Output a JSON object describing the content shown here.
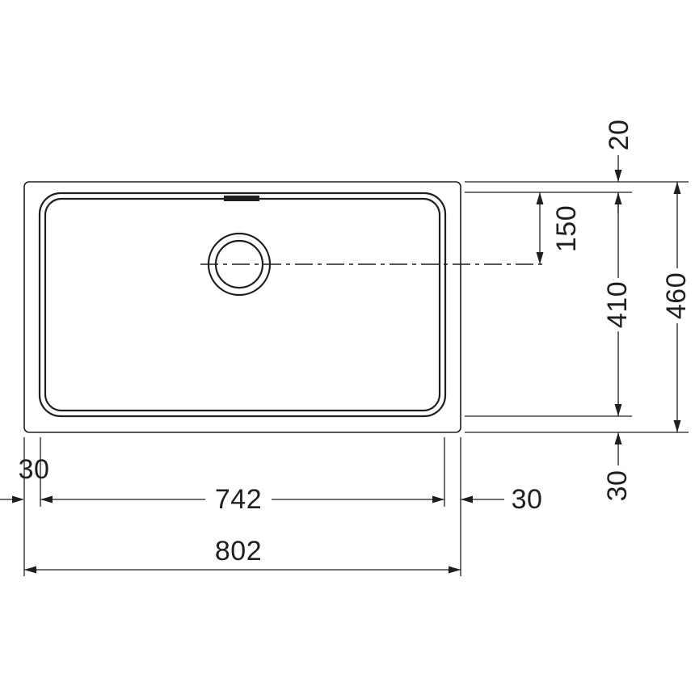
{
  "drawing": {
    "labels": {
      "overall_width": "802",
      "bowl_width": "742",
      "margin_left": "30",
      "margin_right": "30",
      "overall_depth": "460",
      "bowl_depth": "410",
      "margin_top": "20",
      "margin_bottom": "30",
      "drain_offset": "150"
    },
    "colors": {
      "line": "#1f1f1f",
      "background": "#ffffff"
    }
  }
}
